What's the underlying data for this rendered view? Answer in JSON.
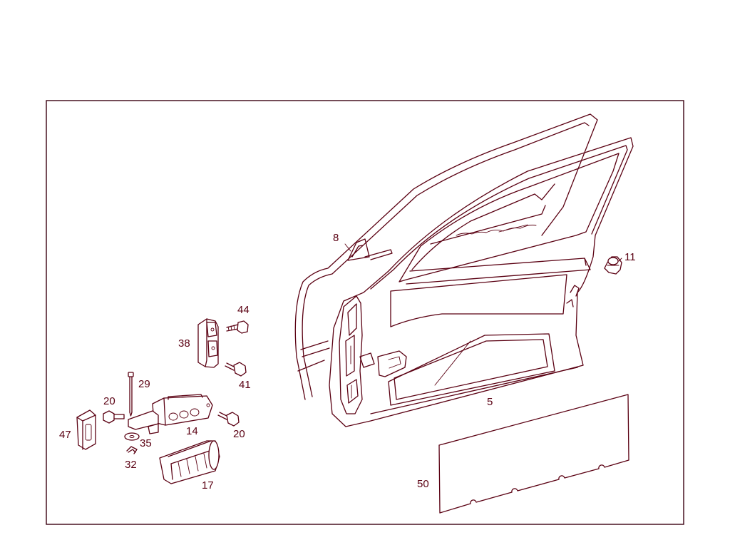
{
  "colors": {
    "line": "#5a0012",
    "background": "#ffffff"
  },
  "callouts": {
    "c5": "5",
    "c8": "8",
    "c11": "11",
    "c14": "14",
    "c17": "17",
    "c20a": "20",
    "c20b": "20",
    "c29": "29",
    "c32": "32",
    "c35": "35",
    "c38": "38",
    "c41": "41",
    "c44": "44",
    "c47": "47",
    "c50": "50"
  }
}
